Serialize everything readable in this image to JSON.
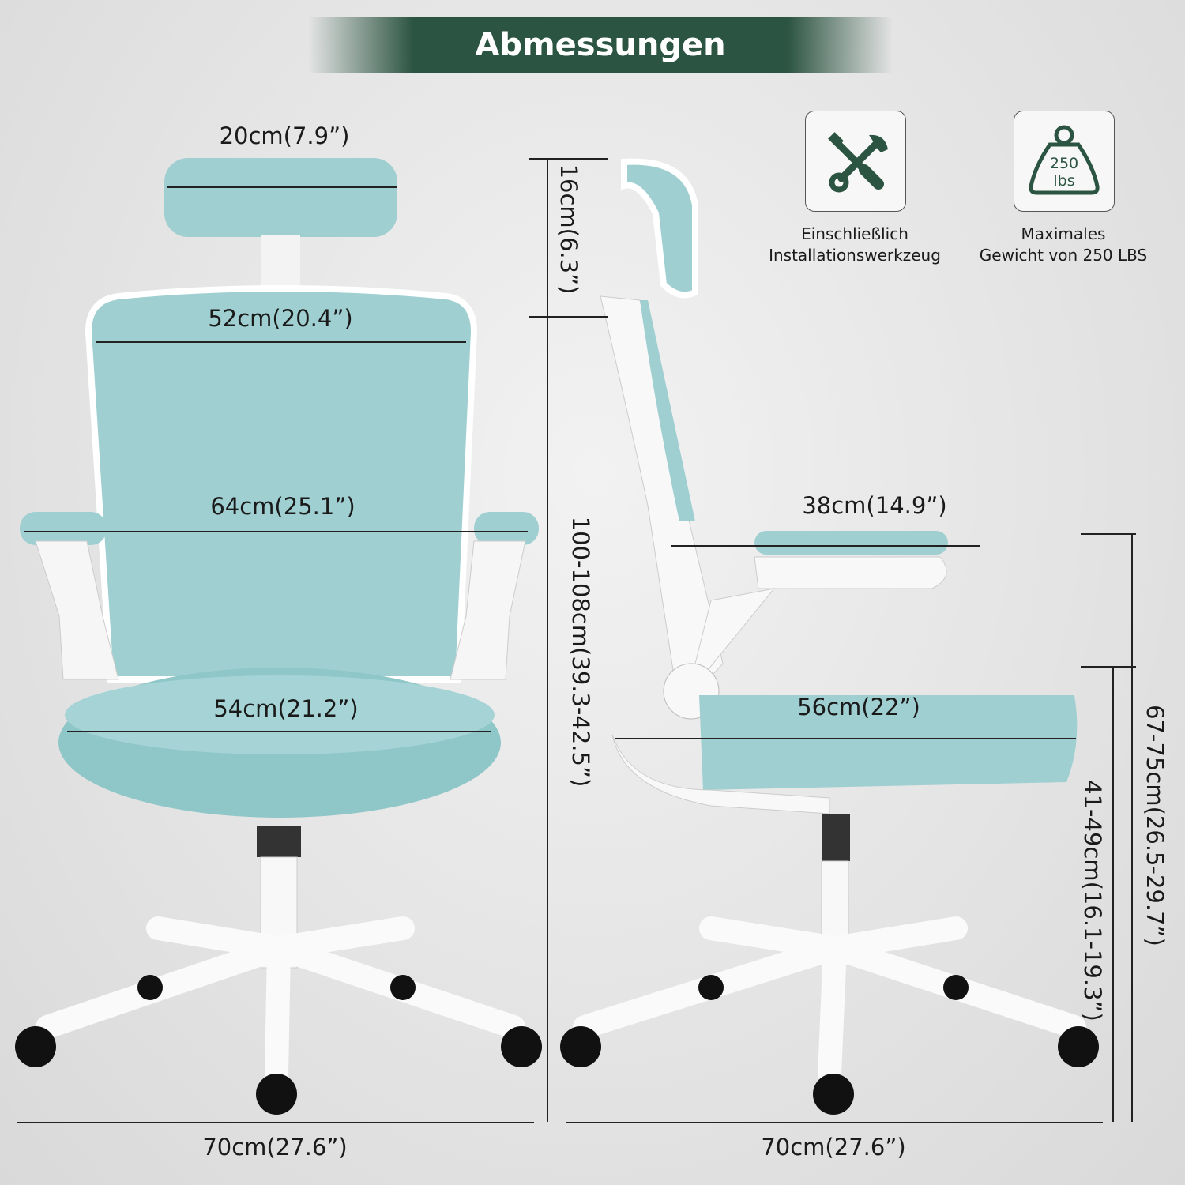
{
  "title": "Abmessungen",
  "colors": {
    "brand": "#2c5442",
    "mesh": "#9fcfd1",
    "frame": "#ffffff"
  },
  "front_view": {
    "headrest_width": "20cm(7.9”)",
    "backrest_width": "52cm(20.4”)",
    "armrest_span": "64cm(25.1”)",
    "seat_width": "54cm(21.2”)",
    "base_width": "70cm(27.6”)",
    "headrest_height": "16cm(6.3”)",
    "total_height": "100-108cm(39.3-42.5”)"
  },
  "side_view": {
    "armrest_length": "38cm(14.9”)",
    "seat_depth": "56cm(22”)",
    "base_width": "70cm(27.6”)",
    "armrest_height": "67-75cm(26.5-29.7”)",
    "seat_height": "41-49cm(16.1-19.3”)"
  },
  "features": [
    {
      "icon": "tools-icon",
      "line1": "Einschließlich",
      "line2": "Installationswerkzeug"
    },
    {
      "icon": "weight-icon",
      "weight_top": "250",
      "weight_bottom": "lbs",
      "line1": "Maximales",
      "line2": "Gewicht von 250 LBS"
    }
  ]
}
